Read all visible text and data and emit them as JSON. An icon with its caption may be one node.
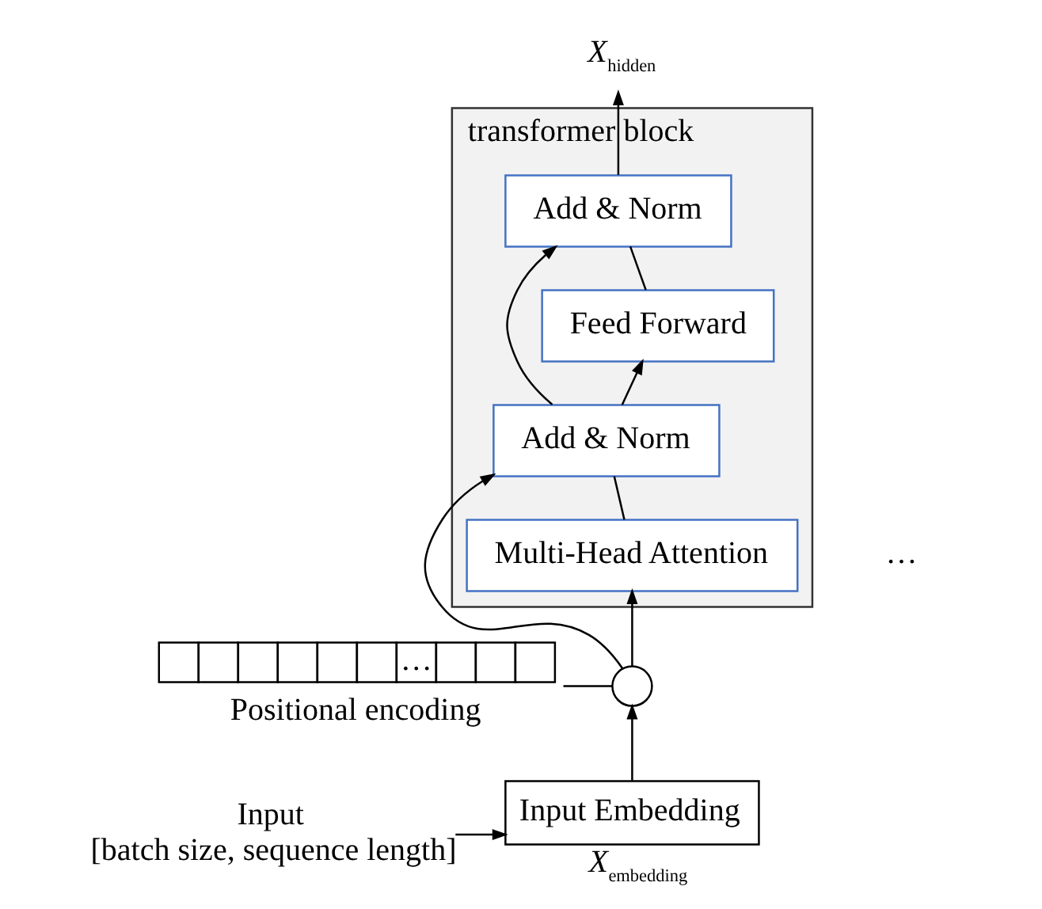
{
  "diagram": {
    "nodes": [
      {
        "text": [
          "transformer block"
        ]
      },
      {
        "text": [
          "Add & Norm"
        ],
        "in": 0
      },
      {
        "text": [
          "Feed Forward"
        ],
        "in": 0
      },
      {
        "text": [
          "Add & Norm"
        ],
        "in": 0
      },
      {
        "text": [
          "Multi-Head Attention"
        ],
        "in": 0
      },
      {
        "text": [],
        "shape": "circle"
      },
      {
        "text": [
          "…"
        ],
        "beside": [
          "Positional encoding"
        ]
      },
      {
        "text": [
          "Input Embedding"
        ],
        "beside": [
          "X$_{embedding}$"
        ]
      },
      {
        "text": [
          "Input",
          "[batch size, sequence length]"
        ]
      },
      {
        "text": [
          "X$_{hidden}$"
        ]
      }
    ],
    "edges": [
      {
        "from": 8,
        "to": 7,
        "arrow": "to"
      },
      {
        "from": 7,
        "to": 5,
        "arrow": "to"
      },
      {
        "from": 6,
        "to": 5,
        "arrow": "none"
      },
      {
        "from": 5,
        "to": 4,
        "arrow": "to"
      },
      {
        "from": 5,
        "to": 3,
        "arrow": "to"
      },
      {
        "from": 4,
        "to": 3,
        "arrow": "none"
      },
      {
        "from": 3,
        "to": 2,
        "arrow": "to"
      },
      {
        "from": 3,
        "to": 1,
        "arrow": "to"
      },
      {
        "from": 2,
        "to": 1,
        "arrow": "none"
      },
      {
        "from": 1,
        "to": 9,
        "arrow": "to"
      }
    ],
    "labels": [
      "…"
    ]
  }
}
